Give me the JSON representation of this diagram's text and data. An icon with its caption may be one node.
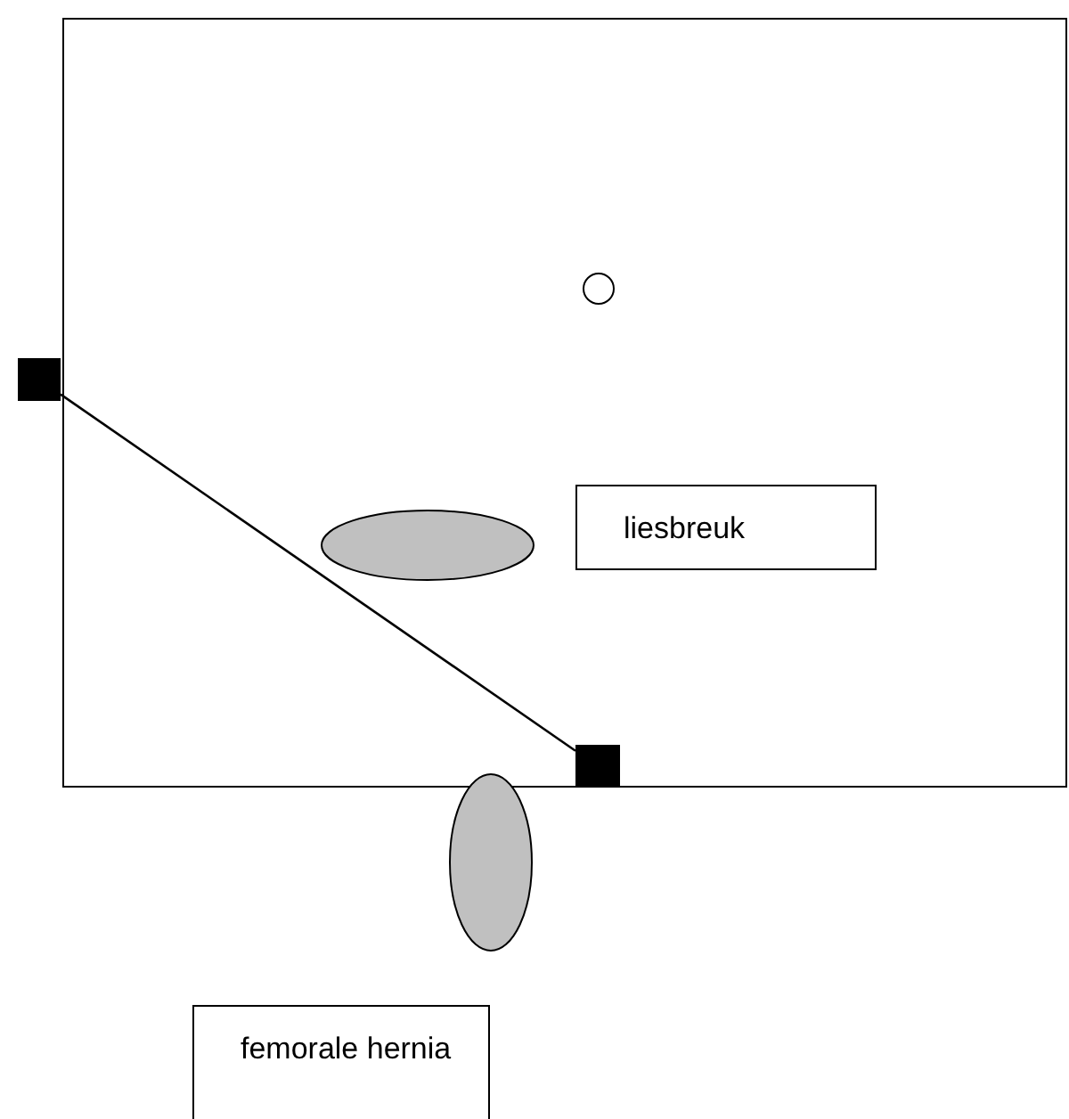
{
  "diagram": {
    "nodes": [
      {
        "text": [],
        "shape": "box"
      },
      {
        "text": [],
        "shape": "circle",
        "in": 0
      },
      {
        "text": [],
        "shape": "square"
      },
      {
        "text": [],
        "shape": "ellipse",
        "in": 0
      },
      {
        "text": [
          "liesbreuk"
        ],
        "in": 0
      },
      {
        "text": [],
        "shape": "square",
        "in": 0
      },
      {
        "text": [],
        "shape": "ellipse"
      },
      {
        "text": [
          "femorale hernia"
        ]
      }
    ],
    "edges": [
      {
        "from": 2,
        "to": 5,
        "arrow": "none"
      }
    ]
  }
}
